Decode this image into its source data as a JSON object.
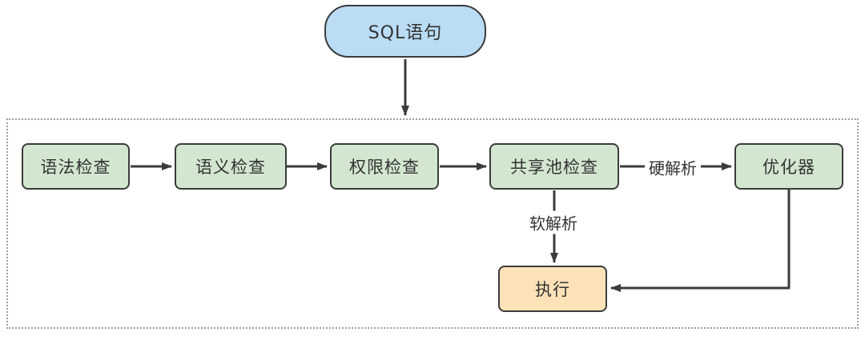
{
  "diagram": {
    "start_node": {
      "label": "SQL语句"
    },
    "process_nodes": [
      {
        "label": "语法检查"
      },
      {
        "label": "语义检查"
      },
      {
        "label": "权限检查"
      },
      {
        "label": "共享池检查"
      },
      {
        "label": "优化器"
      }
    ],
    "end_node": {
      "label": "执行"
    },
    "edge_labels": {
      "hard_parse": "硬解析",
      "soft_parse": "软解析"
    }
  },
  "colors": {
    "start-fill": "#badcf5",
    "process-fill": "#d3e7d0",
    "end-fill": "#fde2b8",
    "node-border": "#3b3b3b",
    "line": "#3b3b3b",
    "container-border": "#9e9e9e",
    "text": "#333333"
  }
}
